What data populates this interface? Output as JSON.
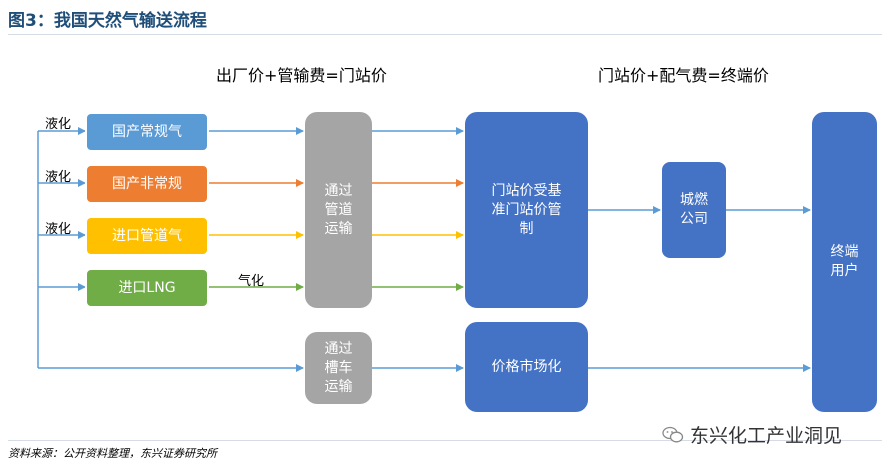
{
  "title": "图3：我国天然气输送流程",
  "headings": {
    "left": "出厂价+管输费=门站价",
    "right": "门站价+配气费=终端价"
  },
  "sources": [
    {
      "label": "国产常规气",
      "color": "#5b9bd5"
    },
    {
      "label": "国产非常规",
      "color": "#ed7d31"
    },
    {
      "label": "进口管道气",
      "color": "#ffc000"
    },
    {
      "label": "进口LNG",
      "color": "#70ad47"
    }
  ],
  "side_labels": {
    "liquefy": "液化",
    "gasify": "气化"
  },
  "nodes": {
    "pipeline": "通过\n管道\n运输",
    "tanker": "通过\n槽车\n运输",
    "city_gate": "门站价受基\n准门站价管\n制",
    "market": "价格市场化",
    "city_gas": "城燃\n公司",
    "end_user": "终端\n用户"
  },
  "colors": {
    "gray": "#a5a5a5",
    "blue": "#4472c4",
    "line_blue": "#5b9bd5",
    "line_orange": "#ed7d31",
    "line_yellow": "#ffc000",
    "line_green": "#70ad47"
  },
  "footer": "资料来源：公开资料整理，东兴证券研究所",
  "brand": {
    "name": "东兴化工产业洞见",
    "icon": "wechat-icon"
  }
}
